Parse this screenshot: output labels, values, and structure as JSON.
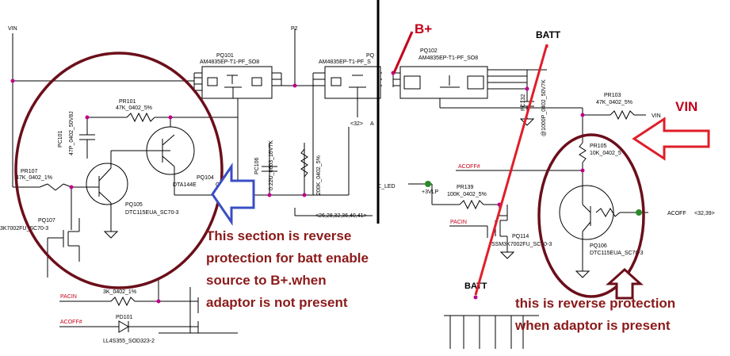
{
  "labels": {
    "vin_left": "VIN",
    "p2": "P2",
    "pq101": "PQ101",
    "pq101_part": "AM4835EP-T1-PF_SO8",
    "pq_mid_part": "AM4835EP-T1-PF_S",
    "pq_mid": "PQ",
    "pr101": "PR101",
    "pr101_val": "47K_0402_5%",
    "pc101": "PC101",
    "pc101_val": "47P_0402_50V8J",
    "pr107": "PR107",
    "pr107_val": "47K_0402_1%",
    "pq105": "PQ105",
    "pq105_part": "DTC115EUA_SC70-3",
    "pq104": "PQ104",
    "pq104_part": "DTA144E",
    "pq104_pkg": "C70-3",
    "pq107": "PQ107",
    "pq107_part": "3K7002FU_SC70-3",
    "pc106": "PC106",
    "pc106_val": "0.22U_0603_16V7K",
    "r200k": "200K_0402_5%",
    "ref32": "<32>",
    "refA": "A",
    "ref_list": "<26,28,32,36,40,41>",
    "pacin_left": "PACIN",
    "r3k": "3K_0402_1%",
    "acoff_left": "ACOFF#",
    "pd101": "PD101",
    "d_part": "LL4S355_SOD323-2",
    "c_led": "C_LED",
    "p3vlp": "+3VLP",
    "pr139": "PR139",
    "pr139_val": "100K_0402_5%",
    "pacin_right": "PACIN",
    "pq114": "PQ114",
    "pq114_part": "SSM3K7002FU_SC70-3",
    "acoff_mid": "ACOFF#",
    "pq102": "PQ102",
    "pq102_part": "AM4835EP-T1-PF_SO8",
    "pc132": "PC132",
    "pc132_val": "@1000P_0402_50V7K",
    "pr103": "PR103",
    "pr103_val": "47K_0402_5%",
    "vin_right": "VIN",
    "pr105": "PR105",
    "pr105_val": "10K_0402_5",
    "acoff_right": "ACOFF",
    "acoff_ref": "<32,39>",
    "pq106": "PQ106",
    "pq106_part": "DTC115EUA_SC70-3",
    "batt_bottom": "BATT"
  },
  "annotations": {
    "bplus": "B+",
    "batt_top": "BATT",
    "vin_big": "VIN",
    "left_note": [
      "This section is reverse",
      "protection for batt enable",
      "source to B+.when",
      "adaptor is not present"
    ],
    "right_note": [
      "this is reverse protection",
      "when adaptor is present"
    ]
  },
  "colors": {
    "annotation_red": "#c4001a",
    "circle_maroon": "#6b0f1a",
    "note_text": "#8b1a1a",
    "blue_arrow": "#3a4fc4",
    "dot_pink": "#c0008a",
    "net_green": "#2a8a2a"
  }
}
